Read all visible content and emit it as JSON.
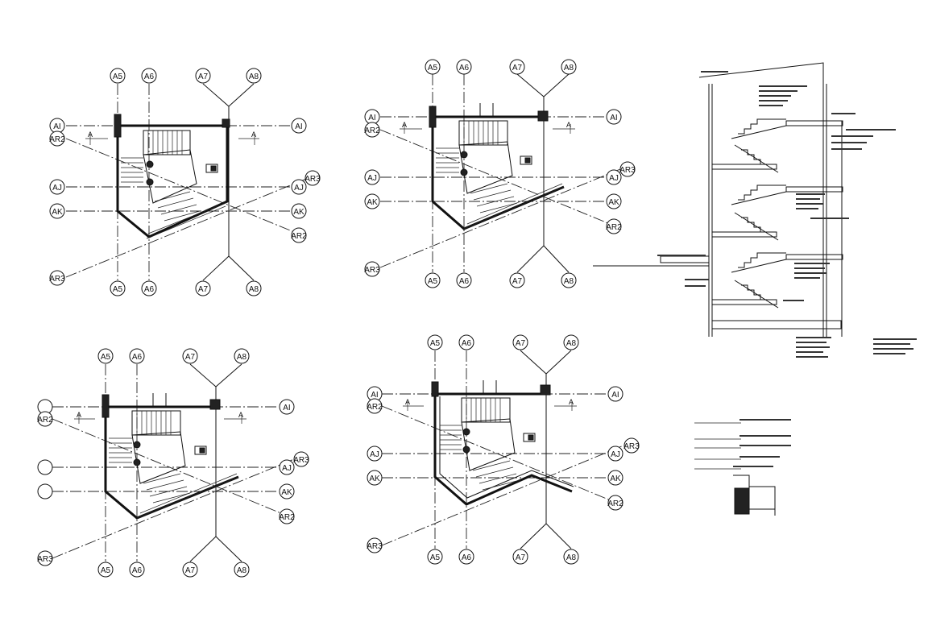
{
  "labels": {
    "a5": "A5",
    "a6": "A6",
    "a7": "A7",
    "a8": "A8",
    "ai": "AI",
    "aj": "AJ",
    "ak": "AK",
    "ar2": "AR2",
    "ar3": "AR3",
    "section_marker": "A"
  },
  "colors": {
    "line": "#111111",
    "background": "#ffffff"
  }
}
